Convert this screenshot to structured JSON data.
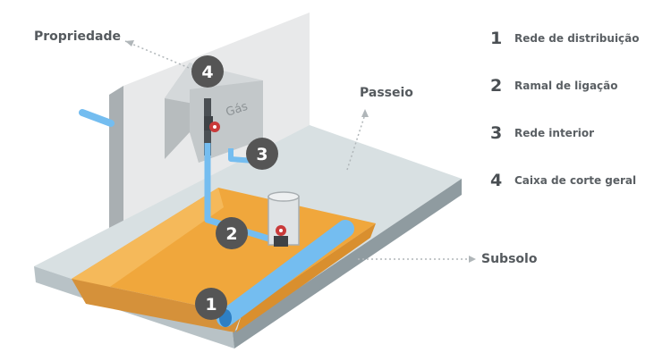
{
  "labels": {
    "propriedade": "Propriedade",
    "passeio": "Passeio",
    "subsolo": "Subsolo",
    "gas": "Gás"
  },
  "markers": [
    "1",
    "2",
    "3",
    "4"
  ],
  "legend": [
    {
      "number": "1",
      "text": "Rede de distribuição"
    },
    {
      "number": "2",
      "text": "Ramal de ligação"
    },
    {
      "number": "3",
      "text": "Rede interior"
    },
    {
      "number": "4",
      "text": "Caixa de corte geral"
    }
  ],
  "colors": {
    "pipe": "#74bdf0",
    "soil": "#f0a73c",
    "wall": "#e7e8e9",
    "pavement": "#d6dfe1",
    "marker": "#555555",
    "valve": "#c93a3a"
  }
}
